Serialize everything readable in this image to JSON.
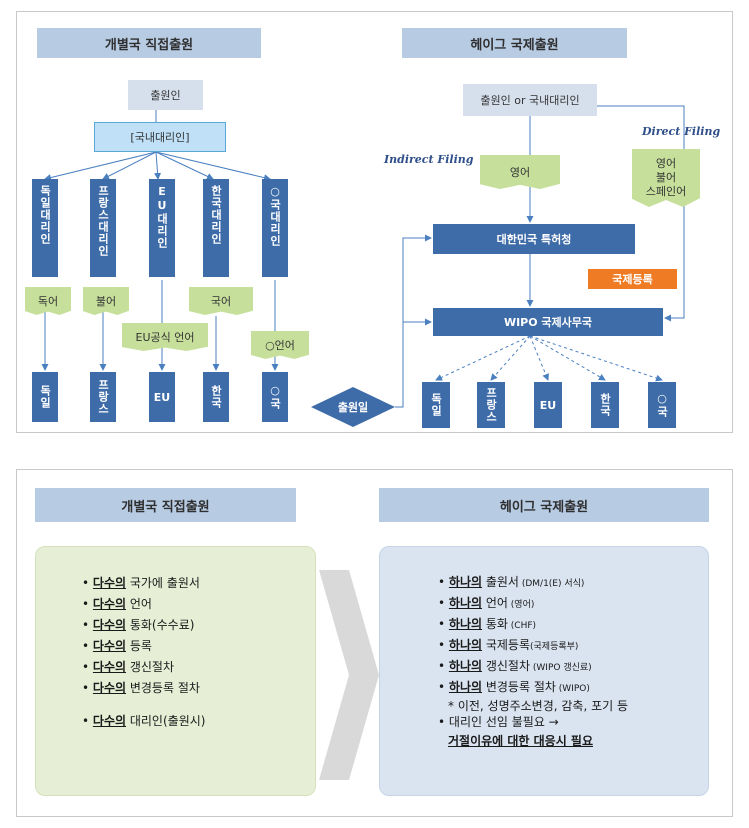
{
  "top": {
    "left_title": "개별국 직접출원",
    "right_title": "헤이그 국제출원",
    "applicant": "출원인",
    "agent": "[국내대리인]",
    "agents": [
      "독일대리인",
      "프랑스대리인",
      "EU대리인",
      "한국대리인",
      "○국대리인"
    ],
    "languages": [
      "독어",
      "불어",
      "EU공식 언어",
      "국어",
      "○언어"
    ],
    "destinations": [
      "독일",
      "프랑스",
      "EU",
      "한국",
      "○국"
    ],
    "filing_date": "출원일",
    "hague_applicant": "출원인 or 국내대리인",
    "indirect_filing": "Indirect Filing",
    "direct_filing": "Direct Filing",
    "indirect_lang": "영어",
    "direct_langs": [
      "영어",
      "불어",
      "스페인어"
    ],
    "kipo": "대한민국 특허청",
    "intl_registration": "국제등록",
    "wipo": "WIPO 국제사무국",
    "hague_destinations": [
      "독일",
      "프랑스",
      "EU",
      "한국",
      "○국"
    ]
  },
  "bottom": {
    "left_title": "개별국 직접출원",
    "right_title": "헤이그 국제출원",
    "left_items": [
      {
        "u": "다수의",
        "t": " 국가에 출원서"
      },
      {
        "u": "다수의",
        "t": " 언어"
      },
      {
        "u": "다수의",
        "t": " 통화(수수료)"
      },
      {
        "u": "다수의",
        "t": " 등록"
      },
      {
        "u": "다수의",
        "t": " 갱신절차"
      },
      {
        "u": "다수의",
        "t": " 변경등록 절차"
      },
      {
        "u": "다수의",
        "t": " 대리인(출원시)"
      }
    ],
    "right_items": [
      {
        "u": "하나의",
        "t": " 출원서",
        "s": " (DM/1(E) 서식)"
      },
      {
        "u": "하나의",
        "t": " 언어",
        "s": "  (영어)"
      },
      {
        "u": "하나의",
        "t": " 통화",
        "s": " (CHF)"
      },
      {
        "u": "하나의",
        "t": " 국제등록",
        "s": "(국제등록부)"
      },
      {
        "u": "하나의",
        "t": " 갱신절차",
        "s": " (WIPO 갱신료)"
      },
      {
        "u": "하나의",
        "t": " 변경등록 절차",
        "s": " (WIPO)"
      }
    ],
    "right_note": "* 이전, 성명주소변경, 감축, 포기 등",
    "right_last_line1": "대리인 선임 불필요 →",
    "right_last_line2": "거절이유에 대한 대응시 필요"
  }
}
